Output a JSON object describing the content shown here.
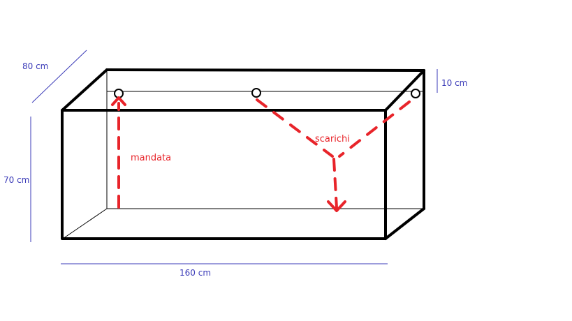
{
  "colors": {
    "outline": "#000000",
    "dimension": "#3b3bb8",
    "flow": "#e8242a"
  },
  "dimensions": {
    "depth": "80 cm",
    "height": "70 cm",
    "length": "160 cm",
    "top_gap": "10 cm"
  },
  "labels": {
    "inlet": "mandata",
    "outlets": "scarichi"
  }
}
